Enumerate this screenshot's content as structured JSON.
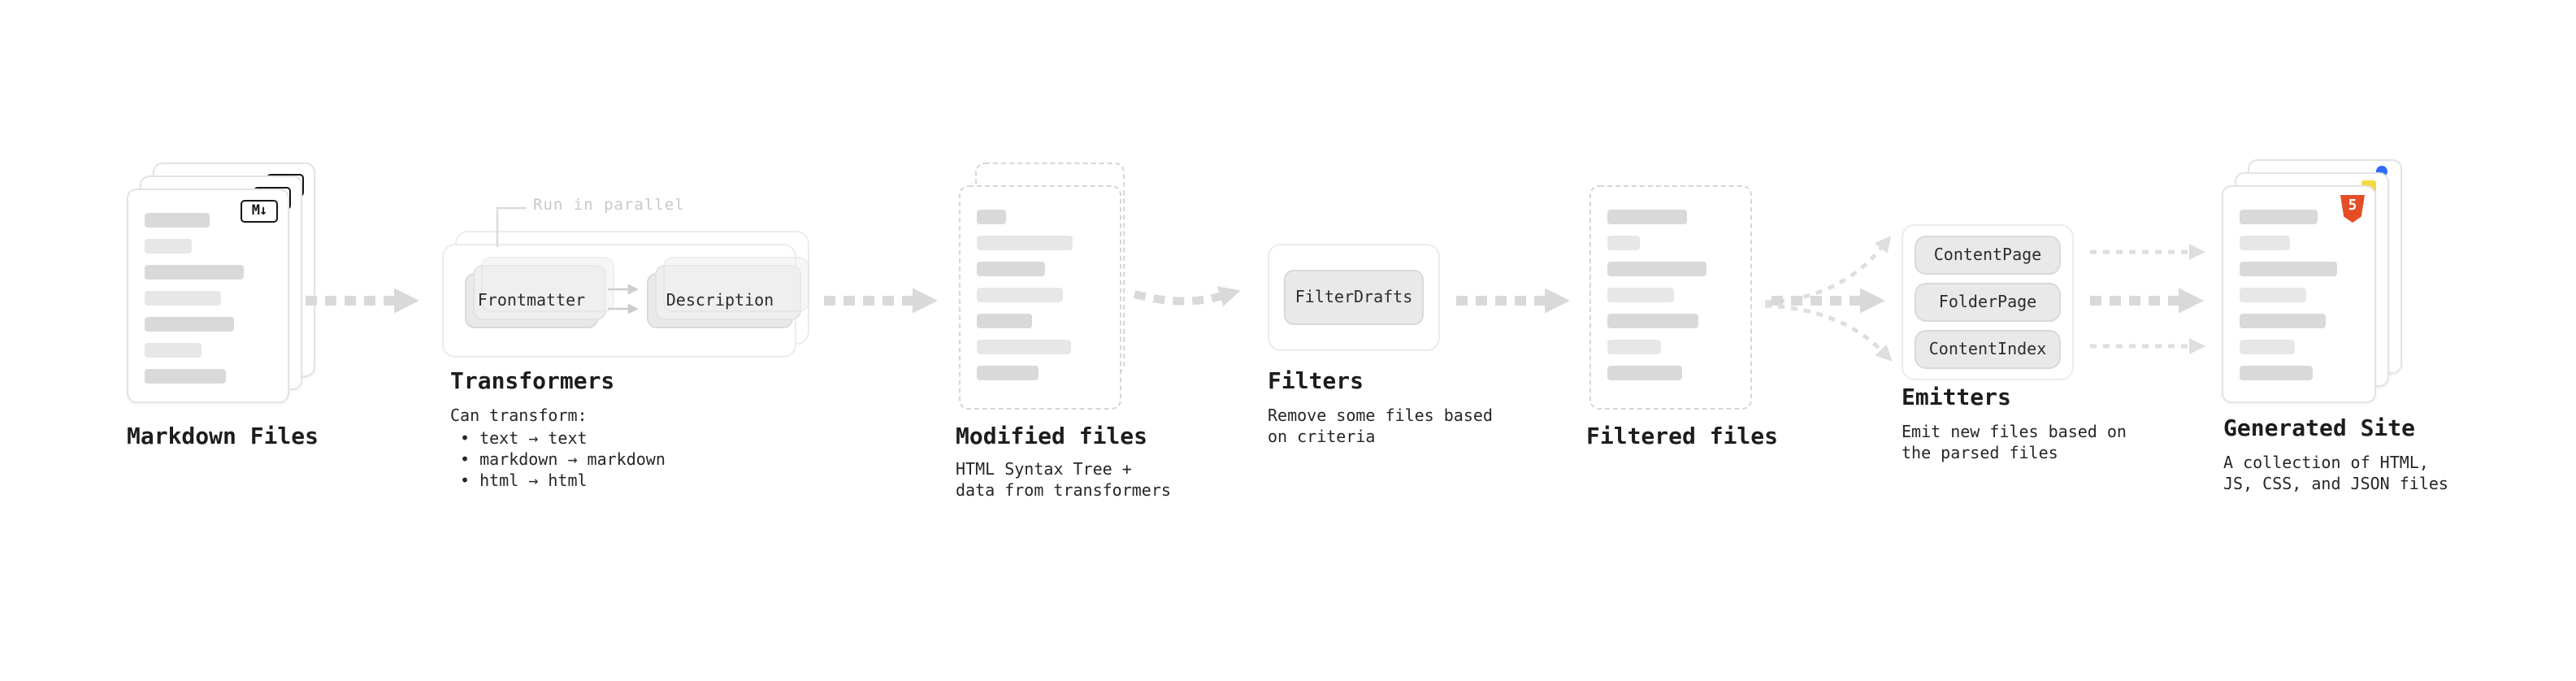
{
  "icons": {
    "markdown_badge": "M↓",
    "html5_badge": "5"
  },
  "annotation": {
    "run_in_parallel": "Run in parallel"
  },
  "nodes": {
    "markdown_files": {
      "label": "Markdown Files"
    },
    "transformers": {
      "label": "Transformers",
      "box_frontmatter": "Frontmatter",
      "box_description": "Description",
      "caption_title": "Can transform:",
      "bullets": [
        "• text → text",
        "• markdown → markdown",
        "• html → html"
      ]
    },
    "modified_files": {
      "label": "Modified files",
      "caption": "HTML Syntax Tree +\ndata from transformers"
    },
    "filters": {
      "label": "Filters",
      "box_filterdrafts": "FilterDrafts",
      "caption": "Remove some files based\non criteria"
    },
    "filtered_files": {
      "label": "Filtered files"
    },
    "emitters": {
      "label": "Emitters",
      "boxes": [
        "ContentPage",
        "FolderPage",
        "ContentIndex"
      ],
      "caption": "Emit new files based on\nthe parsed files"
    },
    "generated_site": {
      "label": "Generated Site",
      "caption": "A collection of HTML,\nJS, CSS, and JSON files"
    }
  }
}
